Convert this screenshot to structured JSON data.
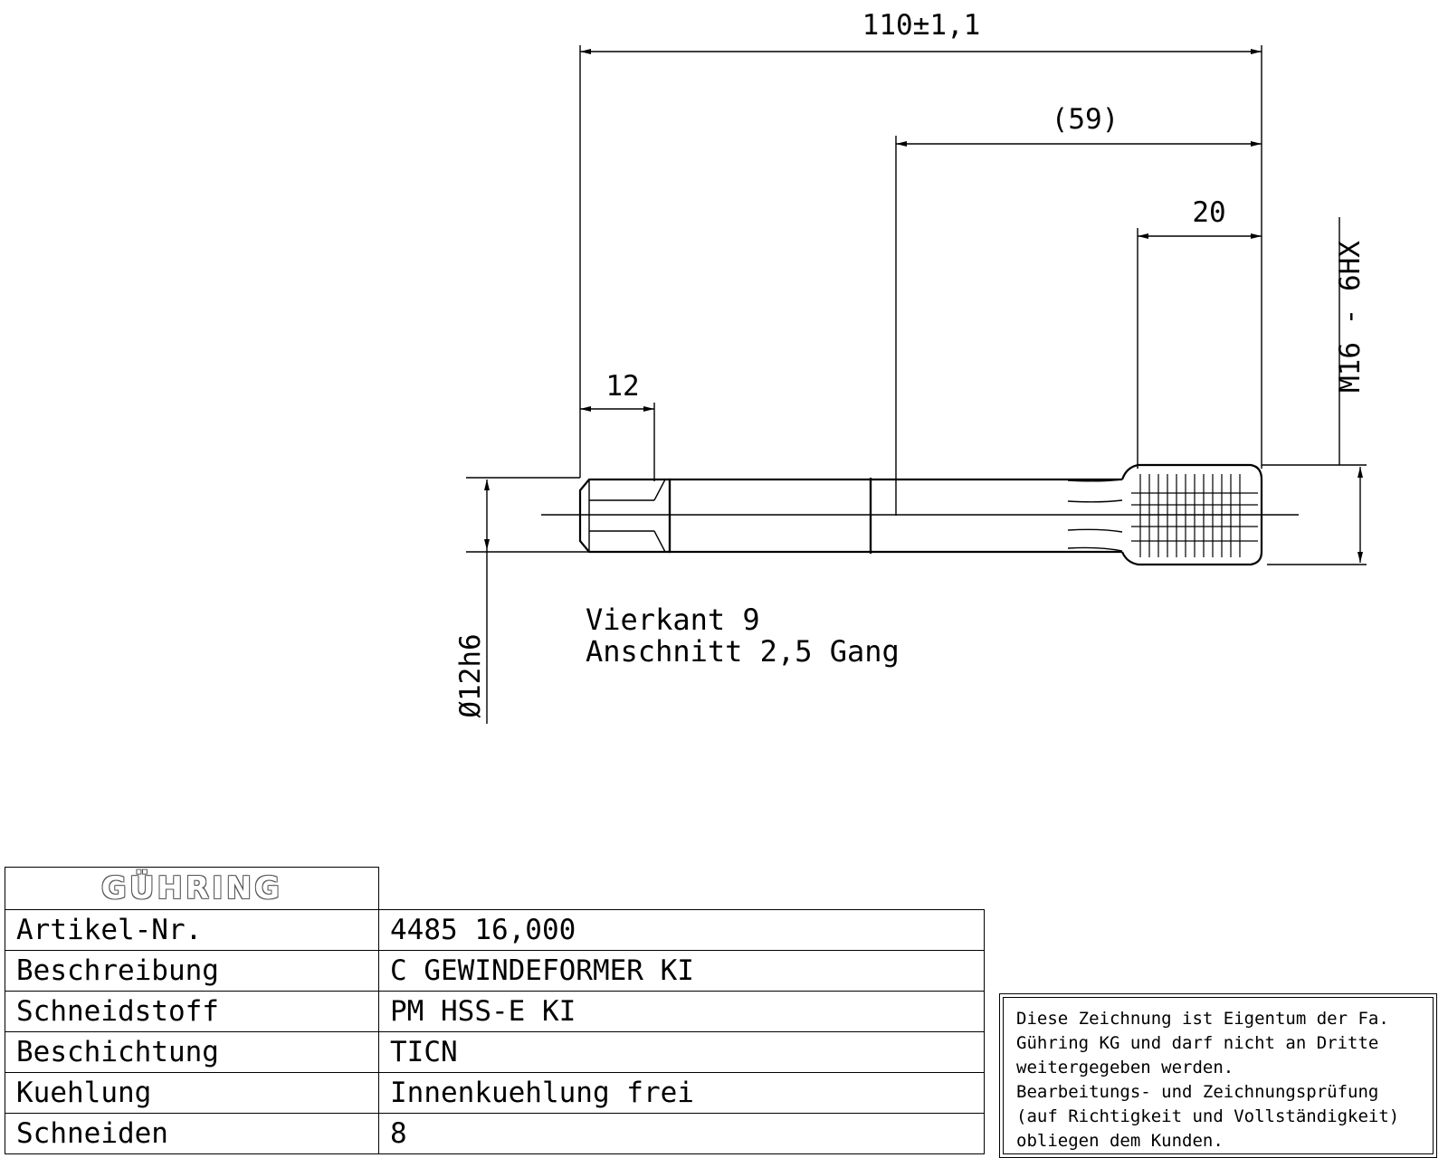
{
  "drawing": {
    "dimensions": {
      "overall_length": "110±1,1",
      "ref_length": "(59)",
      "thread_length": "20",
      "square_length": "12",
      "thread_size": "M16 - 6HX",
      "shank_diameter": "Ø12h6"
    },
    "notes": {
      "square": "Vierkant 9",
      "chamfer": "Anschnitt 2,5 Gang"
    }
  },
  "title_block": {
    "logo": "GÜHRING",
    "rows": [
      {
        "label": "Artikel-Nr.",
        "value": "4485 16,000"
      },
      {
        "label": "Beschreibung",
        "value": "C GEWINDEFORMER KI"
      },
      {
        "label": "Schneidstoff",
        "value": "PM HSS-E KI"
      },
      {
        "label": "Beschichtung",
        "value": "TICN"
      },
      {
        "label": "Kuehlung",
        "value": "Innenkuehlung frei"
      },
      {
        "label": "Schneiden",
        "value": "8"
      }
    ]
  },
  "legal_notice": {
    "lines": [
      "Diese Zeichnung ist Eigentum der Fa.",
      "Gühring KG und darf nicht an Dritte",
      "weitergegeben werden.",
      "Bearbeitungs- und Zeichnungsprüfung",
      "(auf Richtigkeit und Vollständigkeit)",
      "obliegen dem Kunden."
    ]
  }
}
